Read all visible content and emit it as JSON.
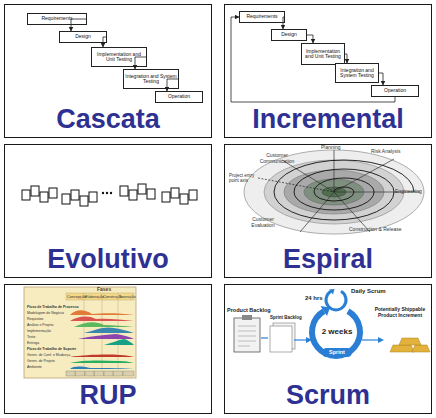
{
  "diagram": {
    "nodes": [
      {
        "text": [
          "Cascata"
        ]
      },
      {
        "text": [
          "Requirements"
        ],
        "in": 0
      },
      {
        "text": [
          "Design"
        ],
        "in": 0
      },
      {
        "text": [
          "Implementation and Unit Testing"
        ],
        "in": 0
      },
      {
        "text": [
          "Integration and System Testing"
        ],
        "in": 0
      },
      {
        "text": [
          "Operation"
        ],
        "in": 0
      },
      {
        "text": [
          "Incremental"
        ]
      },
      {
        "text": [
          "Requirements"
        ],
        "in": 6
      },
      {
        "text": [
          "Design"
        ],
        "in": 6
      },
      {
        "text": [
          "Implementation and Unit Testing"
        ],
        "in": 6
      },
      {
        "text": [
          "Integration and System Testing"
        ],
        "in": 6
      },
      {
        "text": [
          "Operation"
        ],
        "in": 6
      },
      {
        "text": [
          "Evolutivo"
        ]
      },
      {
        "text": [
          "Espiral"
        ]
      },
      {
        "text": [
          "RUP"
        ]
      },
      {
        "text": [
          "Scrum"
        ]
      }
    ],
    "edges": [
      {
        "from": 1,
        "to": 2,
        "arrow": "to"
      },
      {
        "from": 2,
        "to": 3,
        "arrow": "to"
      },
      {
        "from": 3,
        "to": 4,
        "arrow": "to"
      },
      {
        "from": 4,
        "to": 5,
        "arrow": "to"
      },
      {
        "from": 7,
        "to": 8,
        "arrow": "to"
      },
      {
        "from": 8,
        "to": 9,
        "arrow": "to"
      },
      {
        "from": 9,
        "to": 10,
        "arrow": "to"
      },
      {
        "from": 10,
        "to": 11,
        "arrow": "to"
      },
      {
        "from": 11,
        "to": 7,
        "arrow": "to"
      }
    ],
    "labels": [
      "Planning",
      "Risk Analysis",
      "Customer Communication",
      "Project entry point axis",
      "Engineering",
      "Construction & Release",
      "Customer Evaluation",
      "Fases",
      "Concepção",
      "Elaboração",
      "Construção",
      "Transição",
      "Fluxo de Trabalho de Processo",
      "Modelagem de Negócio",
      "Requisitos",
      "Análise e Projeto",
      "Implementação",
      "Teste",
      "Entrega",
      "Fluxo de Trabalho de Suporte",
      "Geren. de Conf. e Mudança",
      "Geren. de Projeto",
      "Ambiente",
      "Product Backlog",
      "Sprint Backlog",
      "24 hrs",
      "Daily Scrum",
      "2 weeks",
      "Sprint",
      "Potentially Shippable Product Increment"
    ]
  }
}
